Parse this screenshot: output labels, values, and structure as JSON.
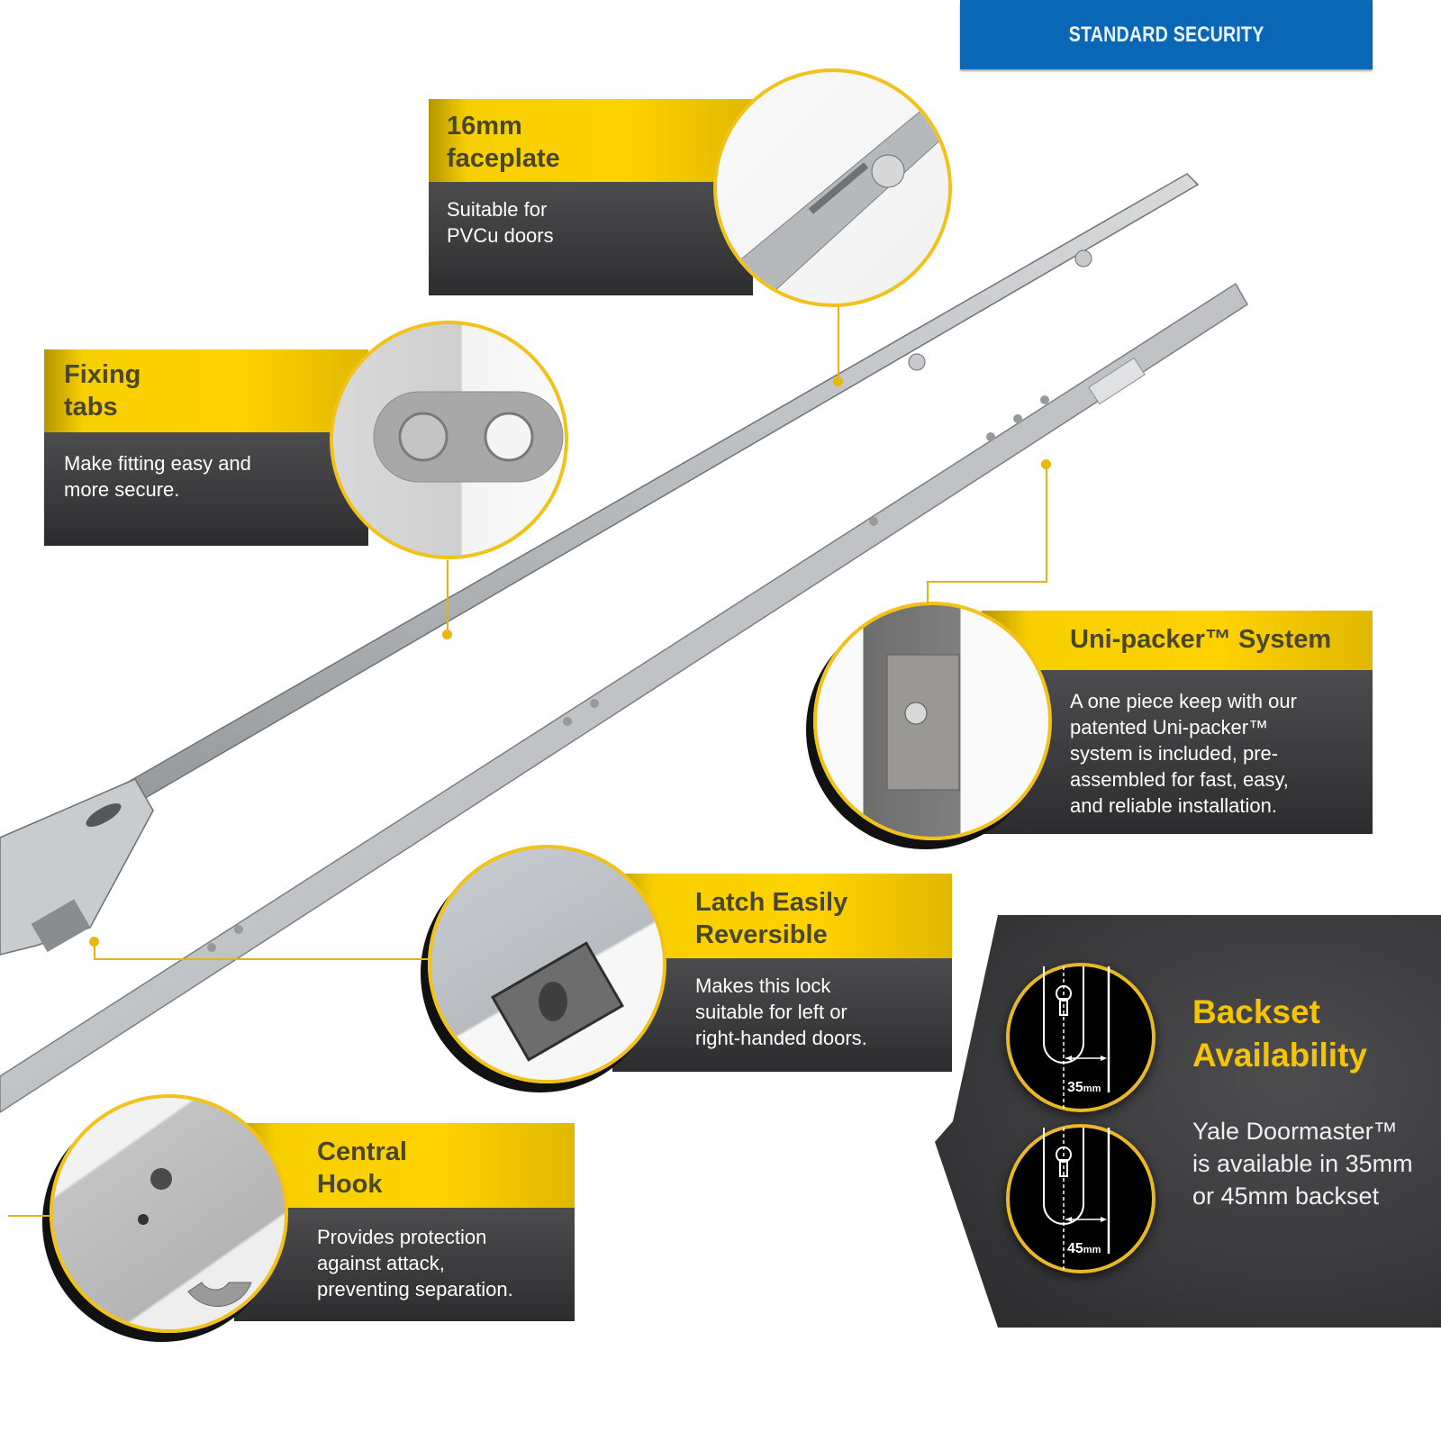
{
  "banner": {
    "label": "STANDARD SECURITY",
    "color": "#0a67b5"
  },
  "colors": {
    "accent_yellow": "#ffd200",
    "panel_dark": "#3a3a3c",
    "title_text": "#4a4728"
  },
  "features": [
    {
      "id": "faceplate",
      "title_line1": "16mm",
      "title_line2": "faceplate",
      "desc_line1": "Suitable for",
      "desc_line2": "PVCu doors"
    },
    {
      "id": "fixing-tabs",
      "title_line1": "Fixing",
      "title_line2": "tabs",
      "desc_line1": "Make fitting easy and",
      "desc_line2": "more secure."
    },
    {
      "id": "uni-packer",
      "title": "Uni-packer™ System",
      "desc_lines": [
        "A one piece keep with our",
        "patented Uni-packer™",
        "system is included, pre-",
        "assembled for fast, easy,",
        "and reliable installation."
      ]
    },
    {
      "id": "latch",
      "title_line1": "Latch Easily",
      "title_line2": "Reversible",
      "desc_lines": [
        "Makes this lock",
        "suitable for left or",
        "right-handed doors."
      ]
    },
    {
      "id": "central-hook",
      "title_line1": "Central",
      "title_line2": "Hook",
      "desc_lines": [
        "Provides protection",
        "against attack,",
        "preventing separation."
      ]
    }
  ],
  "backset": {
    "title_line1": "Backset",
    "title_line2": "Availability",
    "desc_lines": [
      "Yale Doormaster™",
      "is available in 35mm",
      "or 45mm backset"
    ],
    "options": [
      {
        "value": "35",
        "unit": "mm"
      },
      {
        "value": "45",
        "unit": "mm"
      }
    ]
  }
}
